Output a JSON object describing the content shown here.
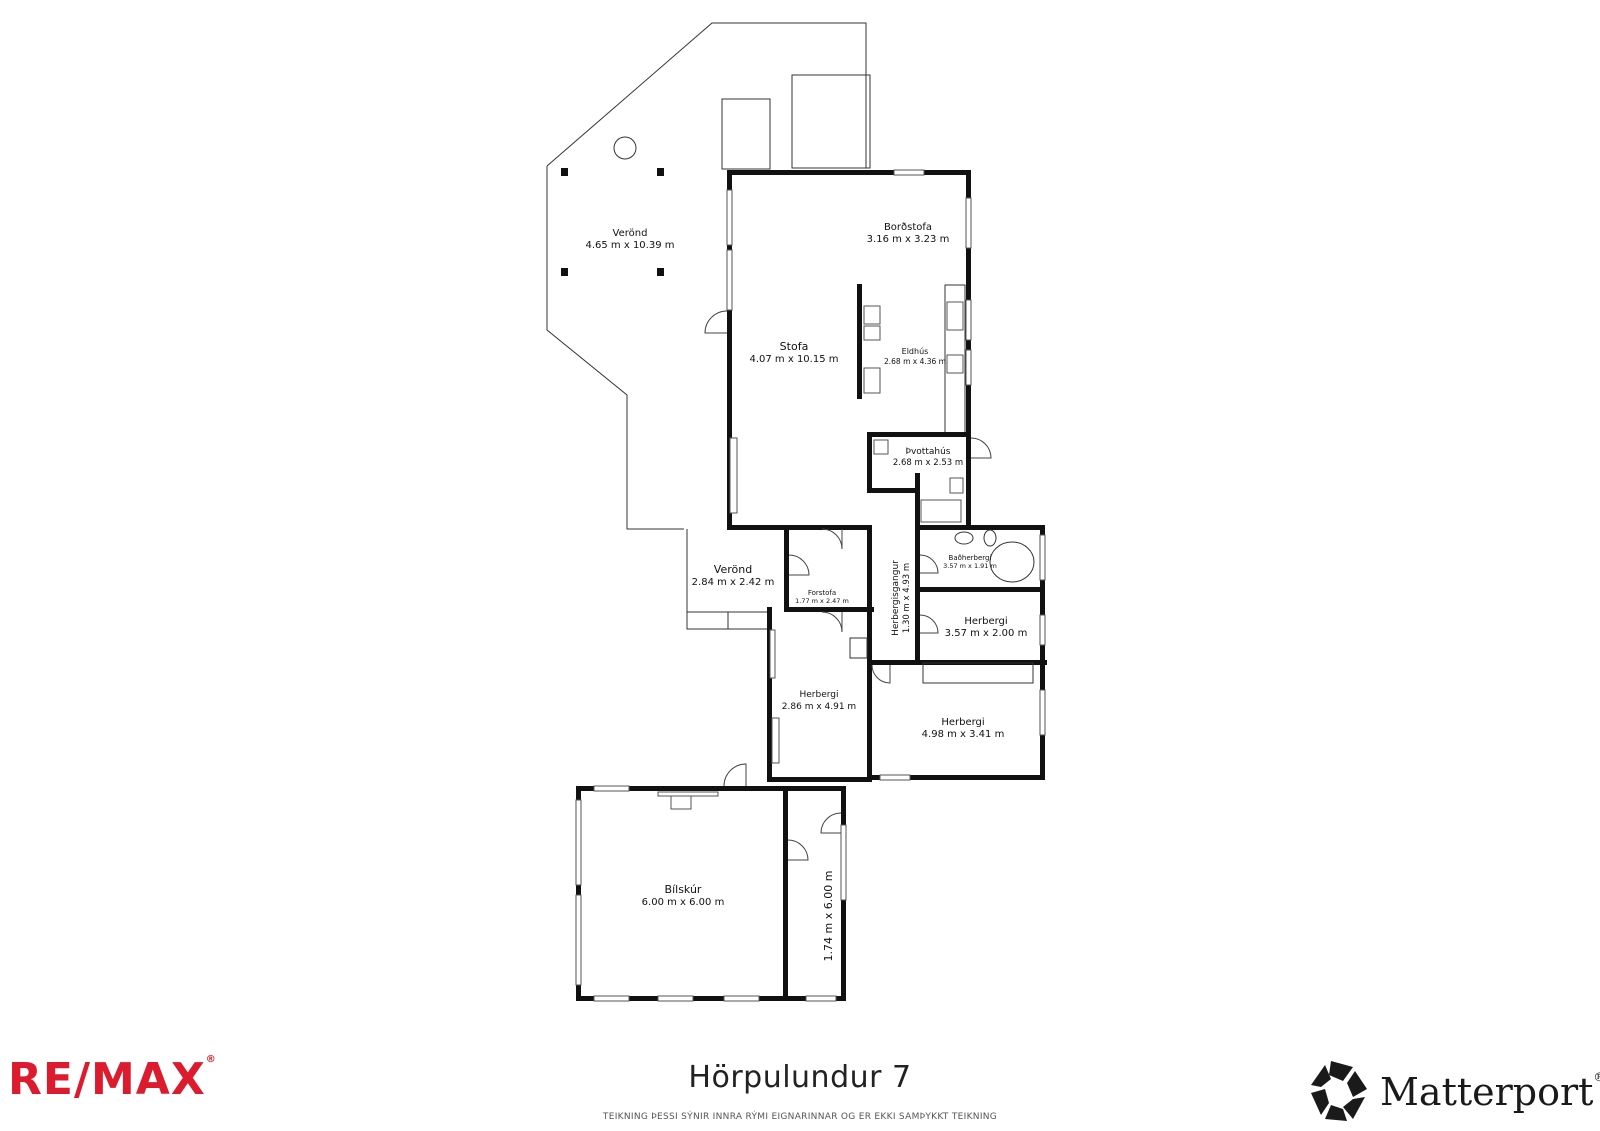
{
  "title": "Hörpulundur 7",
  "note": "TEIKNING ÞESSI SÝNIR INNRA RÝMI EIGNARINNAR OG ER EKKI SAMÞYKKT TEIKNING",
  "brand_left": {
    "name": "RE/MAX",
    "mark": "®",
    "color": "#dc1c2e",
    "icon": "remax-logo"
  },
  "brand_right": {
    "name": "Matterport",
    "mark": "®",
    "icon": "matterport-logo"
  },
  "rooms": [
    {
      "id": "veronda-1",
      "name": "Verönd",
      "dims": "4.65 m x 10.39 m"
    },
    {
      "id": "bordstofa",
      "name": "Borðstofa",
      "dims": "3.16 m x 3.23 m"
    },
    {
      "id": "stofa",
      "name": "Stofa",
      "dims": "4.07 m x 10.15 m"
    },
    {
      "id": "eldhus",
      "name": "Eldhús",
      "dims": "2.68 m x 4.36 m"
    },
    {
      "id": "thvottahus",
      "name": "Þvottahús",
      "dims": "2.68 m x 2.53 m"
    },
    {
      "id": "veronda-2",
      "name": "Verönd",
      "dims": "2.84 m x 2.42 m"
    },
    {
      "id": "forstofa",
      "name": "Forstofa",
      "dims": "1.77 m x 2.47 m"
    },
    {
      "id": "herbergisgangur",
      "name": "Herbergisgangur",
      "dims": "1.30 m x 4.93 m"
    },
    {
      "id": "badherbergi",
      "name": "Baðherbergi",
      "dims": "3.57 m x 1.91 m"
    },
    {
      "id": "herbergi-1",
      "name": "Herbergi",
      "dims": "3.57 m x 2.00 m"
    },
    {
      "id": "herbergi-2",
      "name": "Herbergi",
      "dims": "2.86 m x 4.91 m"
    },
    {
      "id": "herbergi-3",
      "name": "Herbergi",
      "dims": "4.98 m x 3.41 m"
    },
    {
      "id": "bilskur",
      "name": "Bílskúr",
      "dims": "6.00 m x 6.00 m"
    },
    {
      "id": "geymsla",
      "name": "",
      "dims": "1.74 m x 6.00 m"
    }
  ]
}
